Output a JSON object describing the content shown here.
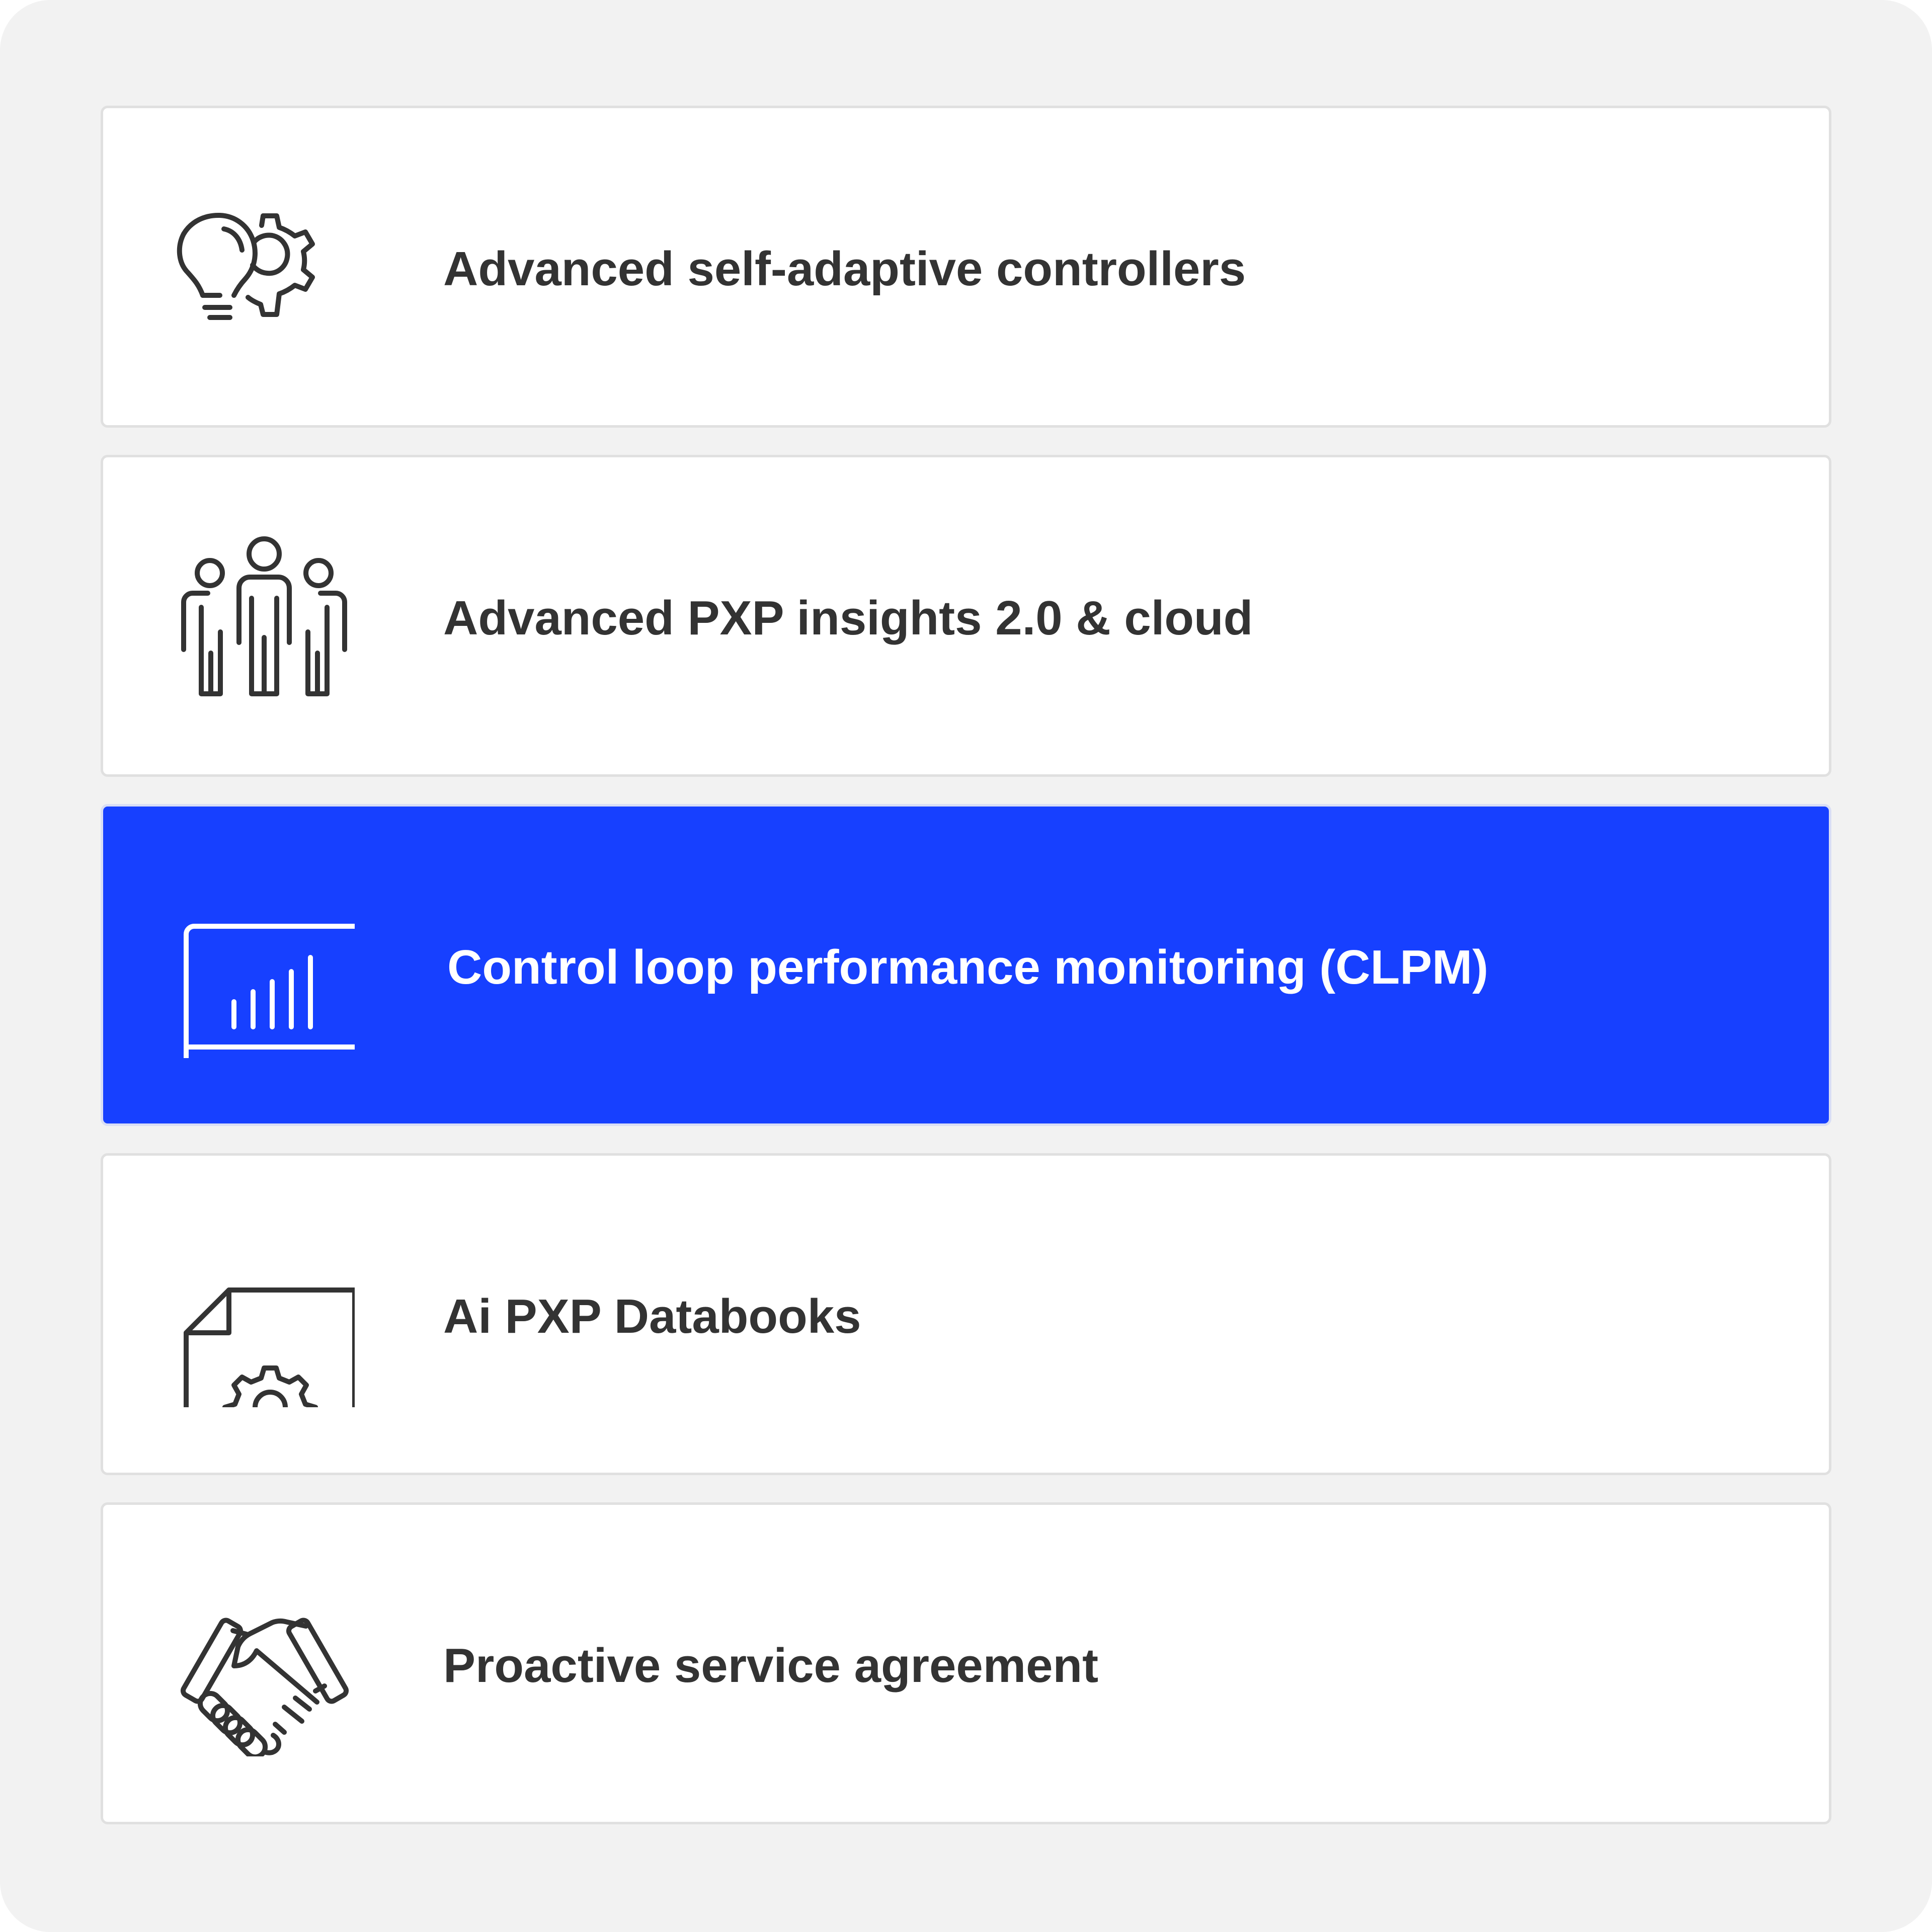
{
  "colors": {
    "background": "#f2f2f2",
    "card": "#ffffff",
    "card_border": "#e0e0e0",
    "active": "#1740ff",
    "text": "#333333",
    "active_text": "#ffffff"
  },
  "items": [
    {
      "label": "Advanced self-adaptive controllers",
      "icon": "lightbulb-gear-icon",
      "active": false
    },
    {
      "label": "Advanced PXP insights 2.0 & cloud",
      "icon": "people-group-icon",
      "active": false
    },
    {
      "label": "Control loop performance monitoring (CLPM)",
      "icon": "monitor-chart-icon",
      "active": true
    },
    {
      "label": "Ai PXP Databooks",
      "icon": "document-gear-icon",
      "active": false
    },
    {
      "label": "Proactive service agreement",
      "icon": "handshake-icon",
      "active": false
    }
  ]
}
